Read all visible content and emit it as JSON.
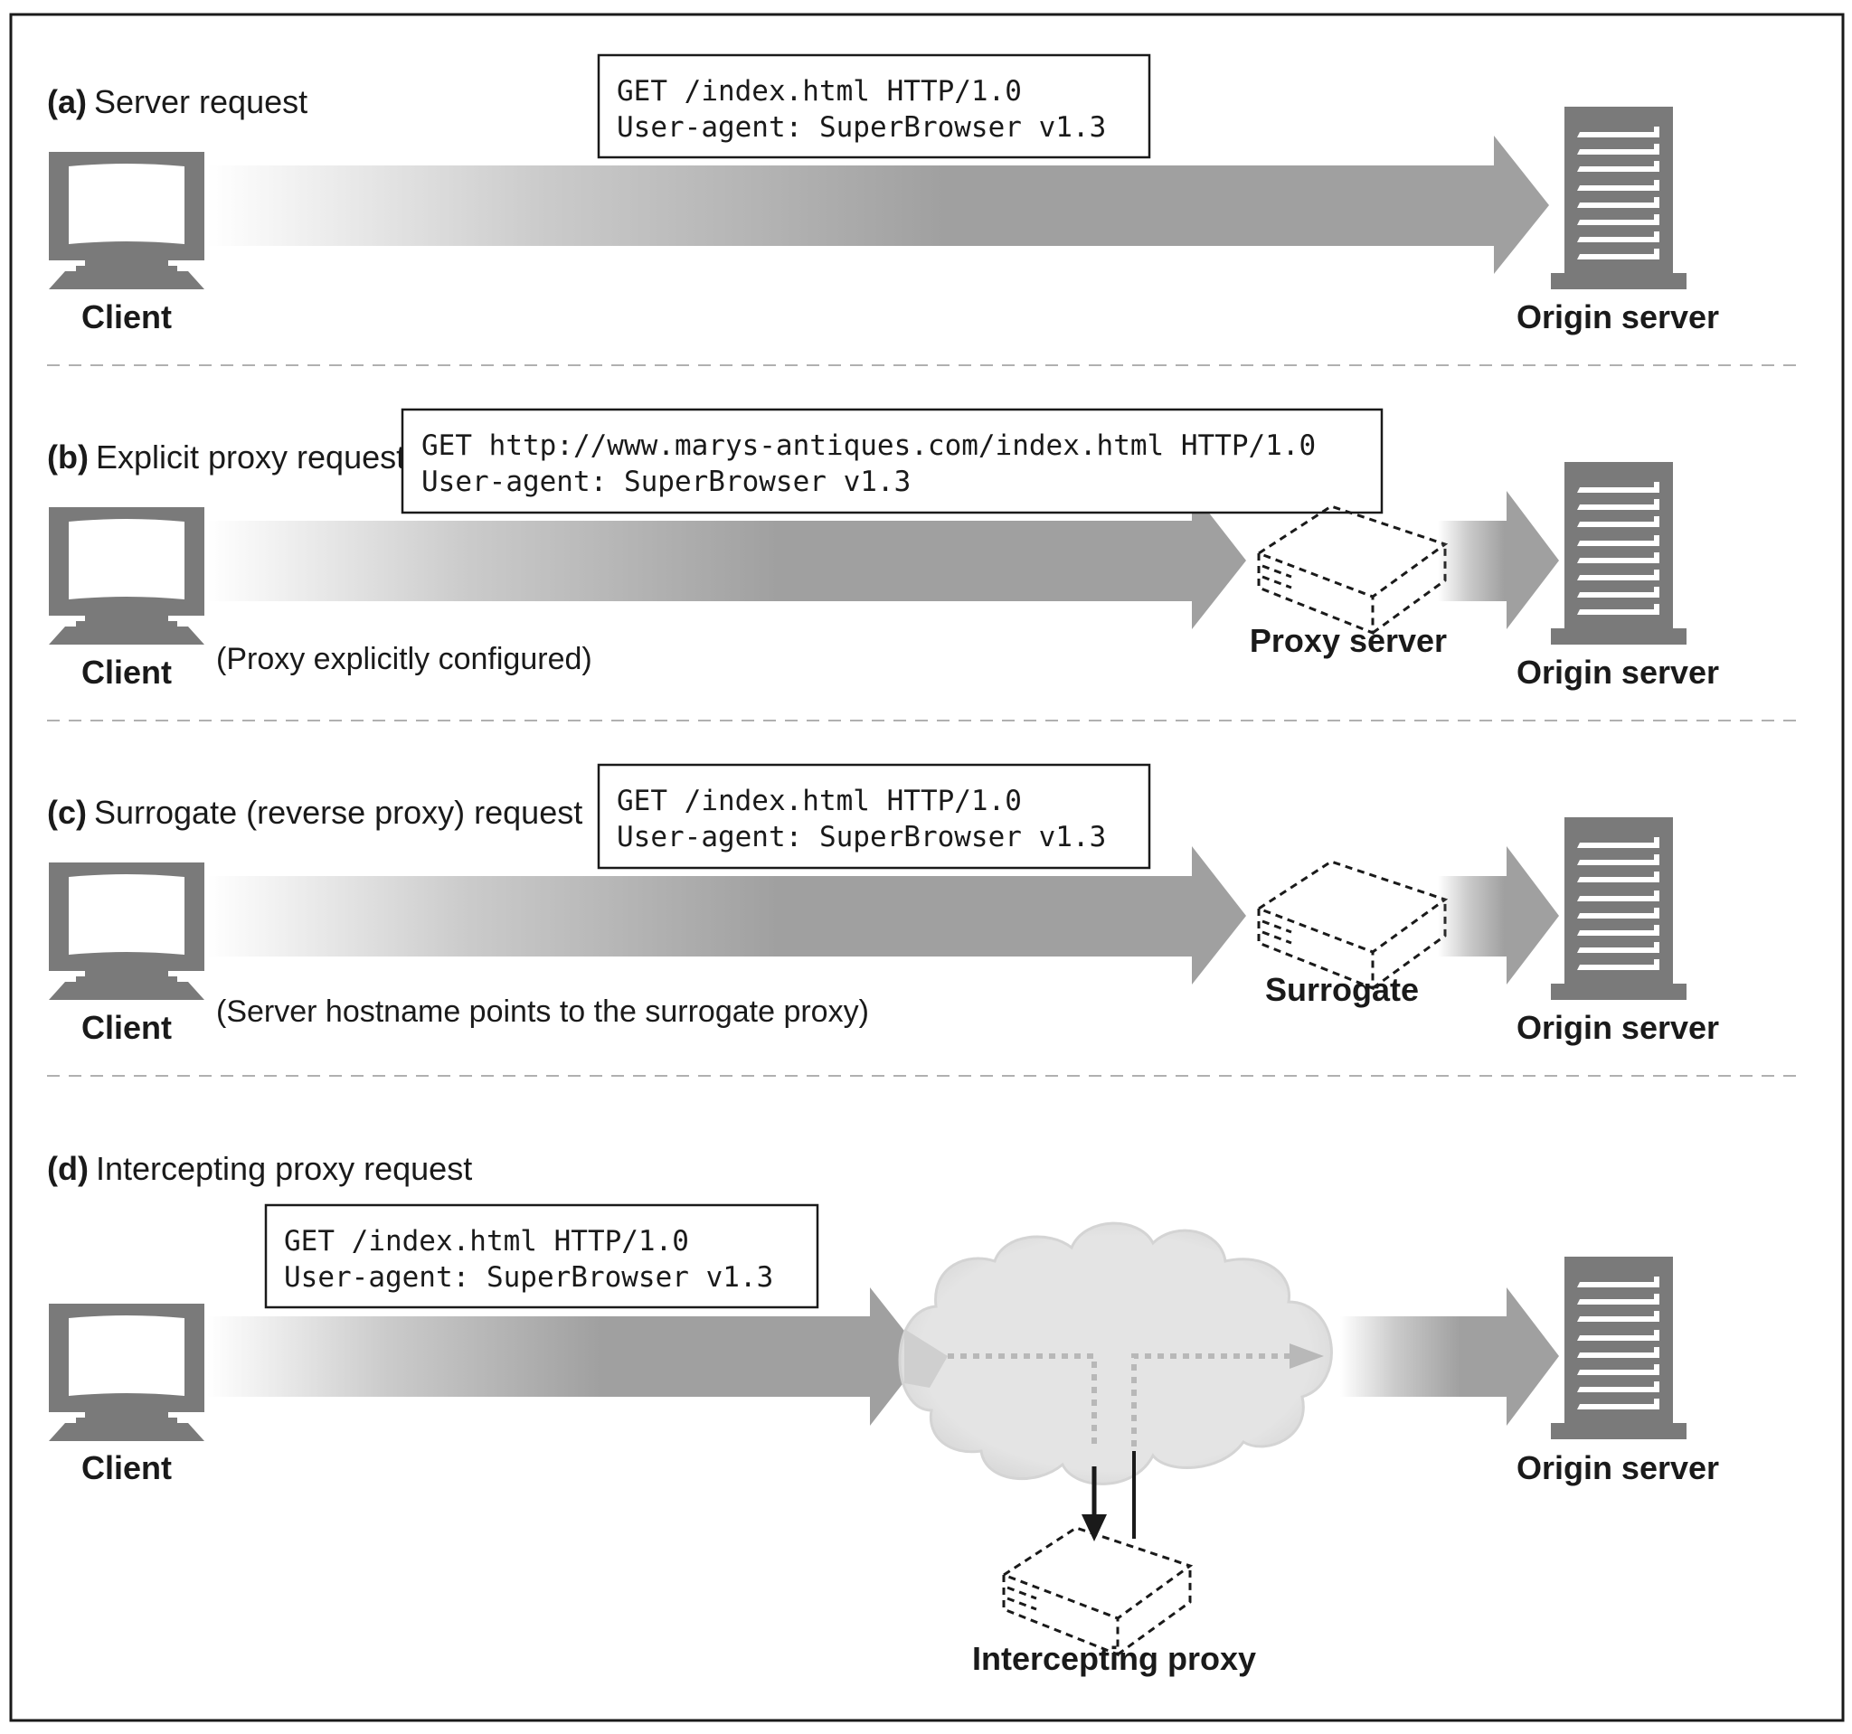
{
  "colors": {
    "icon_gray": "#7a7a7a",
    "arrow_gray": "#a0a0a0",
    "cloud_fill": "#e2e2e2",
    "text": "#1a1a1a"
  },
  "panels": {
    "a": {
      "letter": "(a)",
      "title": "Server request",
      "request_line1": "GET /index.html HTTP/1.0",
      "request_line2": "User-agent: SuperBrowser v1.3",
      "client_label": "Client",
      "server_label": "Origin server"
    },
    "b": {
      "letter": "(b)",
      "title": "Explicit proxy request",
      "request_line1": "GET http://www.marys-antiques.com/index.html HTTP/1.0",
      "request_line2": "User-agent: SuperBrowser v1.3",
      "client_label": "Client",
      "note": "(Proxy explicitly configured)",
      "proxy_label": "Proxy server",
      "server_label": "Origin server"
    },
    "c": {
      "letter": "(c)",
      "title": "Surrogate (reverse proxy)  request",
      "request_line1": "GET /index.html HTTP/1.0",
      "request_line2": "User-agent: SuperBrowser v1.3",
      "client_label": "Client",
      "note": "(Server hostname points to the surrogate proxy)",
      "proxy_label": "Surrogate",
      "server_label": "Origin server"
    },
    "d": {
      "letter": "(d)",
      "title": "Intercepting proxy request",
      "request_line1": "GET /index.html HTTP/1.0",
      "request_line2": "User-agent: SuperBrowser v1.3",
      "client_label": "Client",
      "proxy_label": "Intercepting proxy",
      "server_label": "Origin server"
    }
  }
}
